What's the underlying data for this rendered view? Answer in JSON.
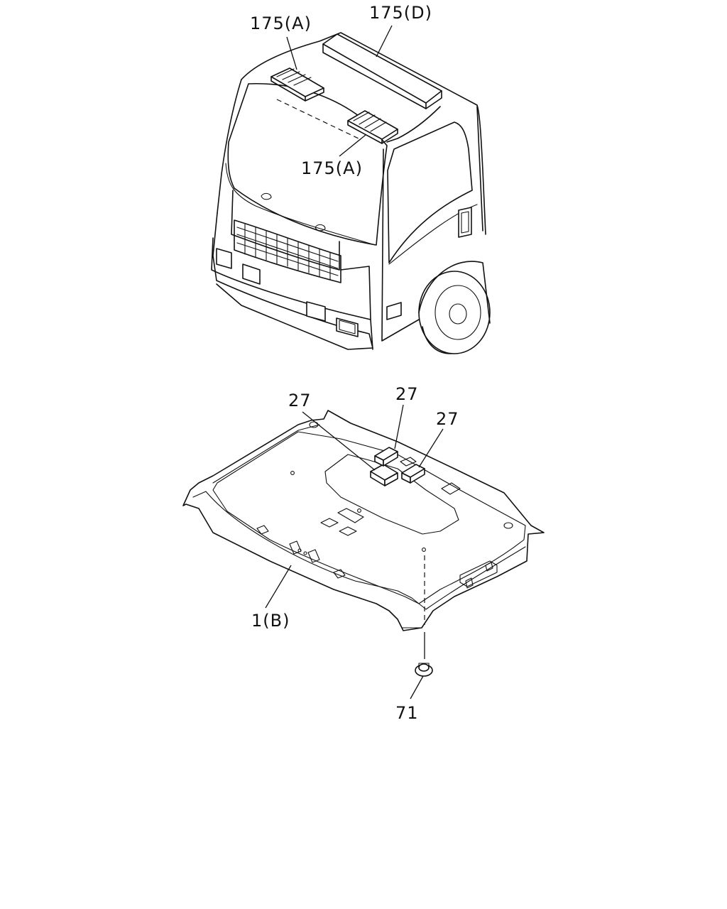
{
  "callouts": {
    "part_175a_top": "175(A)",
    "part_175d": "175(D)",
    "part_175a_mid": "175(A)",
    "part_27_left": "27",
    "part_27_mid": "27",
    "part_27_right": "27",
    "part_1b": "1(B)",
    "part_71": "71"
  }
}
